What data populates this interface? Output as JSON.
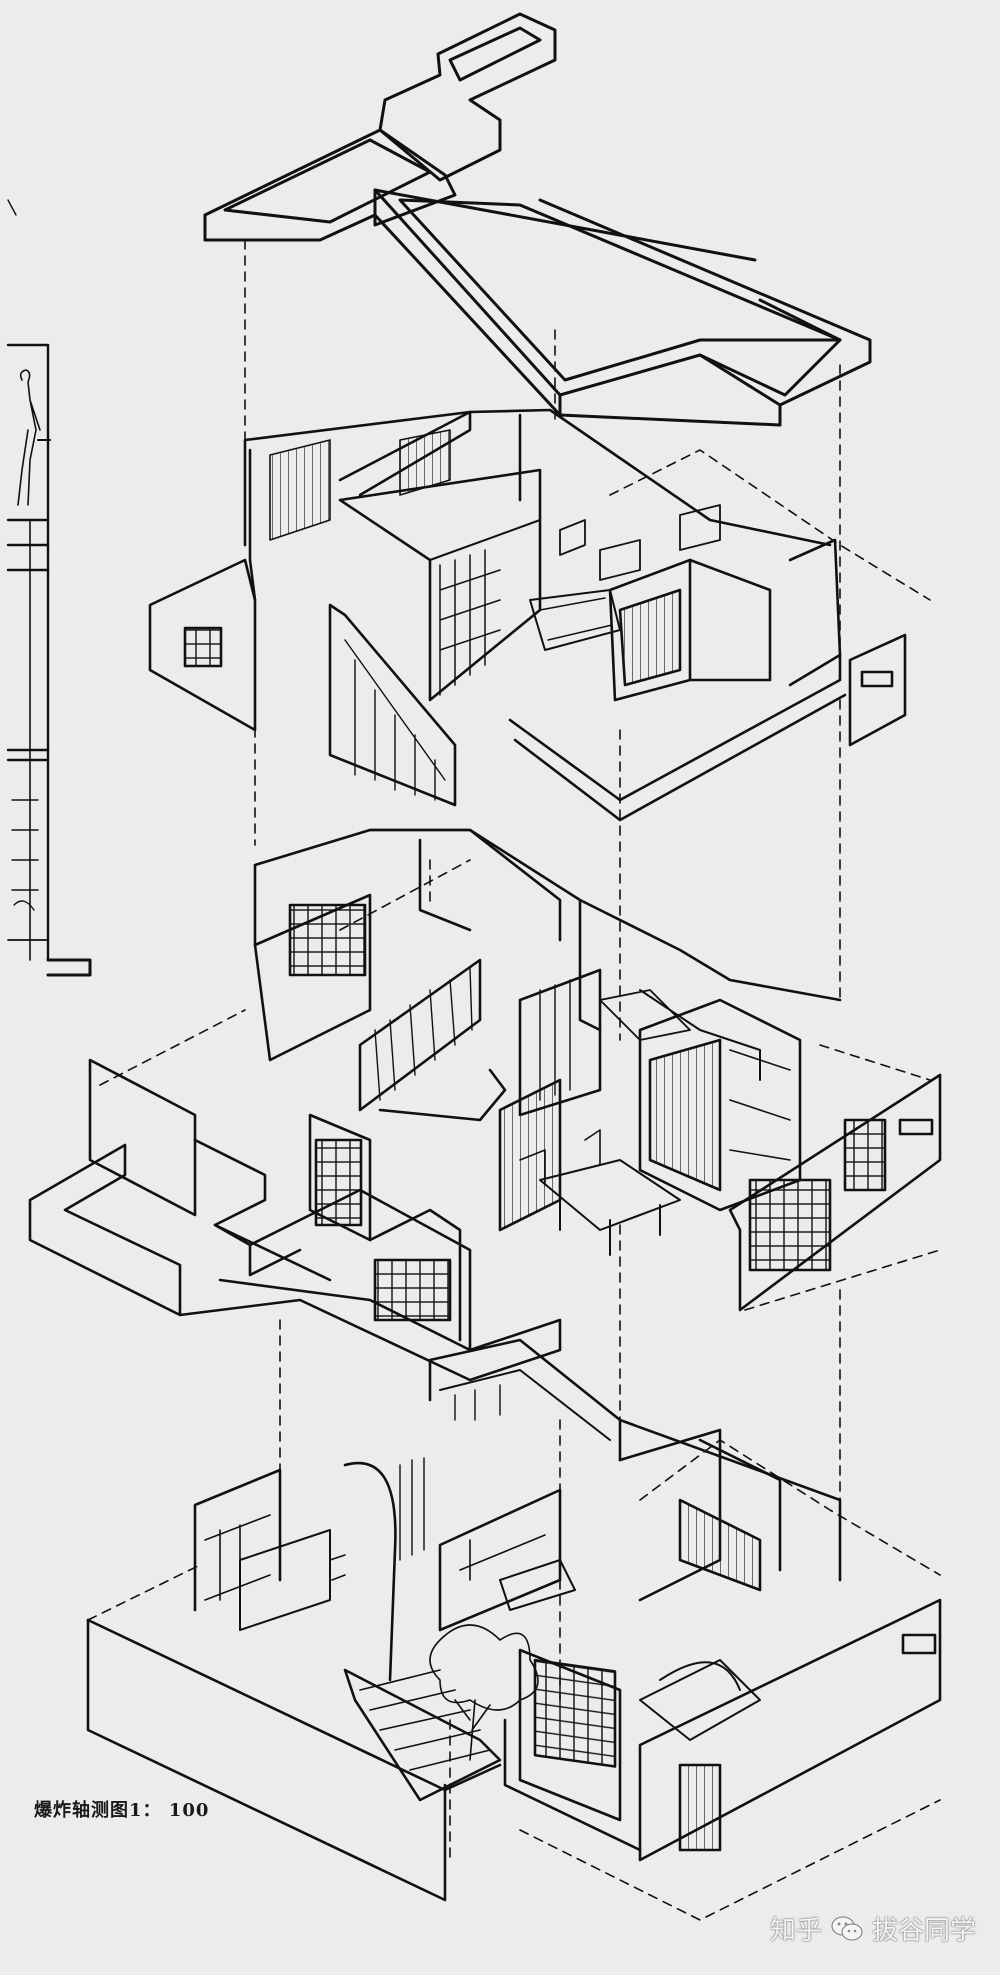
{
  "caption": "爆炸轴测图1： 100",
  "watermark": {
    "platform": "知乎",
    "author": "拔谷同学",
    "icon": "wechat-icon"
  },
  "colors": {
    "paper": "#ececea",
    "ink": "#111111",
    "shadow": "#1a1a1a"
  }
}
